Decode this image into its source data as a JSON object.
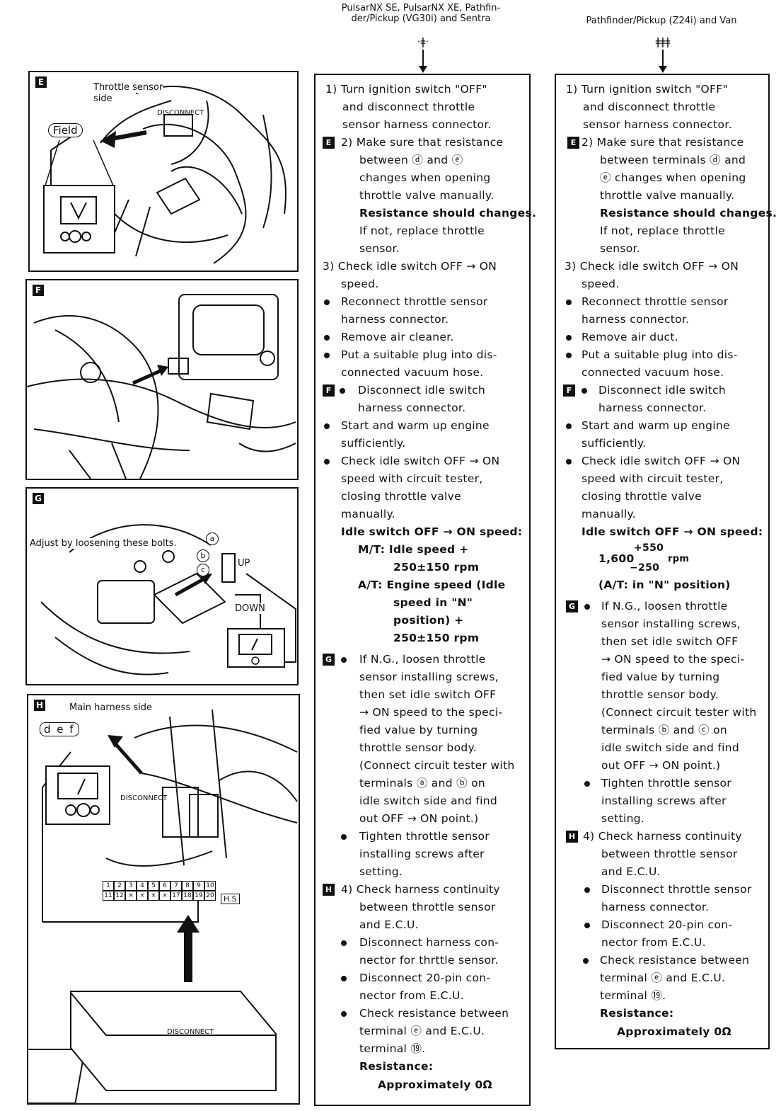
{
  "header": {
    "col1": "PulsarNX SE, PulsarNX XE, Pathfin-\nder/Pickup (VG30i) and Sentra",
    "col2": "Pathfinder/Pickup (Z24i) and Van",
    "col1_symbol": "·ǂ·",
    "col2_symbol": "ǂǂǂ"
  },
  "figures": {
    "E": {
      "tag": "E",
      "label1": "Throttle sensor",
      "label2": "side",
      "field_label": "Field",
      "disconnect": "DISCONNECT"
    },
    "F": {
      "tag": "F"
    },
    "G": {
      "tag": "G",
      "label": "Adjust by loosening these bolts.",
      "up": "UP",
      "down": "DOWN",
      "a": "a",
      "b": "b",
      "c": "c"
    },
    "H": {
      "tag": "H",
      "label": "Main harness side",
      "terms": "d e f",
      "disconnect1": "DISCONNECT",
      "disconnect2": "DISCONNECT",
      "hs": "H.S",
      "connector_top": [
        "1",
        "2",
        "3",
        "4",
        "5",
        "6",
        "7",
        "8",
        "9",
        "10"
      ],
      "connector_bottom": [
        "11",
        "12",
        "",
        "",
        "",
        "",
        "17",
        "18",
        "19",
        "20"
      ]
    }
  },
  "col1_lines": [
    "1) Turn ignition switch \"OFF\"",
    "and disconnect throttle",
    "sensor harness connector.",
    "2) Make sure that resistance",
    "between ⓓ and ⓔ",
    "changes when opening",
    "throttle valve manually.",
    "Resistance should changes.",
    "If not, replace throttle",
    "sensor.",
    "3) Check idle switch OFF → ON",
    "speed.",
    "Reconnect throttle sensor",
    "harness connector.",
    "Remove air cleaner.",
    "Put a suitable plug into dis-",
    "connected vacuum hose.",
    "Disconnect idle switch",
    "harness connector.",
    "Start and warm up engine",
    "sufficiently.",
    "Check idle switch OFF → ON",
    "speed with circuit tester,",
    "closing throttle valve",
    "manually.",
    "Idle switch OFF → ON speed:",
    "M/T:  Idle speed +",
    "250±150 rpm",
    "A/T:  Engine speed (Idle",
    "speed in \"N\"",
    "position) +",
    "250±150 rpm",
    "If N.G., loosen throttle",
    "sensor installing screws,",
    "then set idle switch OFF",
    "→ ON speed to the speci-",
    "fied value by turning",
    "throttle sensor body.",
    "(Connect circuit tester with",
    "terminals ⓐ and ⓑ on",
    "idle switch side and find",
    "out OFF → ON point.)",
    "Tighten throttle sensor",
    "installing screws after",
    "setting.",
    "4) Check harness continuity",
    "between throttle sensor",
    "and E.C.U.",
    "Disconnect harness con-",
    "nector for thrttle sensor.",
    "Disconnect 20-pin con-",
    "nector from E.C.U.",
    "Check resistance between",
    "terminal ⓔ and E.C.U.",
    "terminal ⑲.",
    "Resistance:",
    "Approximately 0Ω"
  ],
  "col2_lines": [
    "1) Turn ignition switch \"OFF\"",
    "and disconnect throttle",
    "sensor harness connector.",
    "2) Make sure that resistance",
    "between terminals ⓓ and",
    "ⓔ changes when opening",
    "throttle valve manually.",
    "Resistance should changes.",
    "If not, replace throttle",
    "sensor.",
    "3) Check idle switch OFF → ON",
    "speed.",
    "Reconnect throttle sensor",
    "harness connector.",
    "Remove air duct.",
    "Put a suitable plug into dis-",
    "connected vacuum hose.",
    "Disconnect idle switch",
    "harness connector.",
    "Start and warm up engine",
    "sufficiently.",
    "Check idle switch OFF → ON",
    "speed with circuit tester,",
    "closing throttle valve",
    "manually.",
    "Idle switch OFF → ON speed:",
    "1,600",
    "+550",
    "−250",
    "rpm",
    "(A/T:  in \"N\" position)",
    "If N.G., loosen throttle",
    "sensor installing screws,",
    "then set idle switch OFF",
    "→ ON speed to the speci-",
    "fied value by turning",
    "throttle sensor body.",
    "(Connect circuit tester with",
    "terminals ⓑ and ⓒ on",
    "idle switch side and find",
    "out OFF → ON point.)",
    "Tighten throttle sensor",
    "installing screws after",
    "setting.",
    "4) Check harness continuity",
    "between throttle sensor",
    "and E.C.U.",
    "Disconnect throttle sensor",
    "harness connector.",
    "Disconnect 20-pin con-",
    "nector from E.C.U.",
    "Check resistance between",
    "terminal ⓔ and E.C.U.",
    "terminal ⑲.",
    "Resistance:",
    "Approximately 0Ω"
  ],
  "badges": {
    "E": "E",
    "F": "F",
    "G": "G",
    "H": "H"
  }
}
